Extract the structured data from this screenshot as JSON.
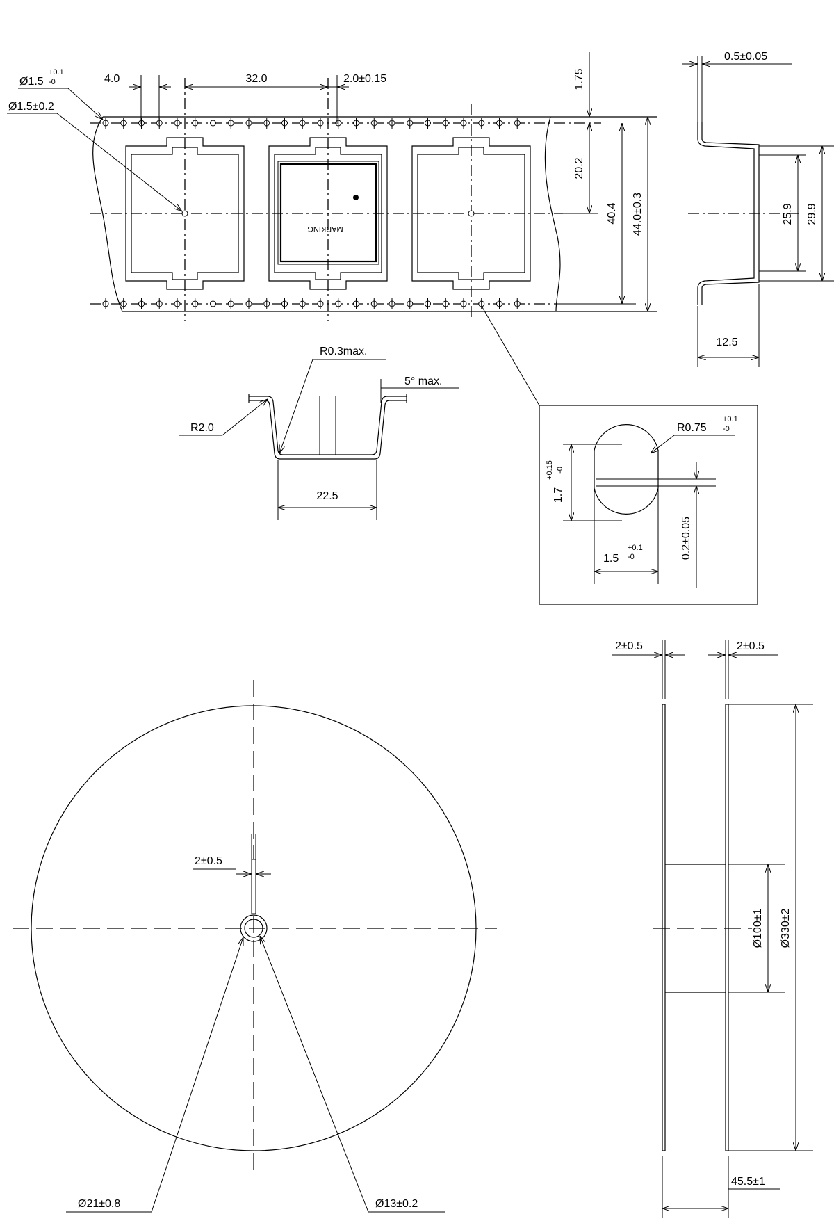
{
  "tape": {
    "hole_dia": "Ø1.5",
    "hole_dia_tol_plus": "+0.1",
    "hole_dia_tol_minus": "-0",
    "center_hole_dia": "Ø1.5±0.2",
    "sprocket_pitch": "4.0",
    "pocket_pitch": "32.0",
    "pitch_offset": "2.0±0.15",
    "edge_offset": "1.75",
    "center_offset": "20.2",
    "hole_row_distance": "40.4",
    "tape_width": "44.0±0.3",
    "marking": "MARKING"
  },
  "side_section": {
    "thickness": "0.5±0.05",
    "pocket_width_inner": "25.9",
    "pocket_width_outer": "29.9",
    "pocket_depth": "12.5"
  },
  "pocket_section": {
    "corner_radius": "R0.3max.",
    "draft_angle": "5° max.",
    "flange_radius": "R2.0",
    "pocket_length": "22.5"
  },
  "detail": {
    "radius": "R0.75",
    "radius_tol_plus": "+0.1",
    "radius_tol_minus": "-0",
    "height": "1.7",
    "height_tol_plus": "+0.15",
    "height_tol_minus": "-0",
    "width": "1.5",
    "width_tol_plus": "+0.1",
    "width_tol_minus": "-0",
    "slot_width": "0.2±0.05"
  },
  "reel": {
    "hub_slot_width": "2±0.5",
    "hub_dia": "Ø21±0.8",
    "arbor_dia": "Ø13±0.2",
    "flange_thickness_left": "2±0.5",
    "flange_thickness_right": "2±0.5",
    "core_dia": "Ø100±1",
    "reel_dia": "Ø330±2",
    "reel_width": "45.5±1"
  }
}
